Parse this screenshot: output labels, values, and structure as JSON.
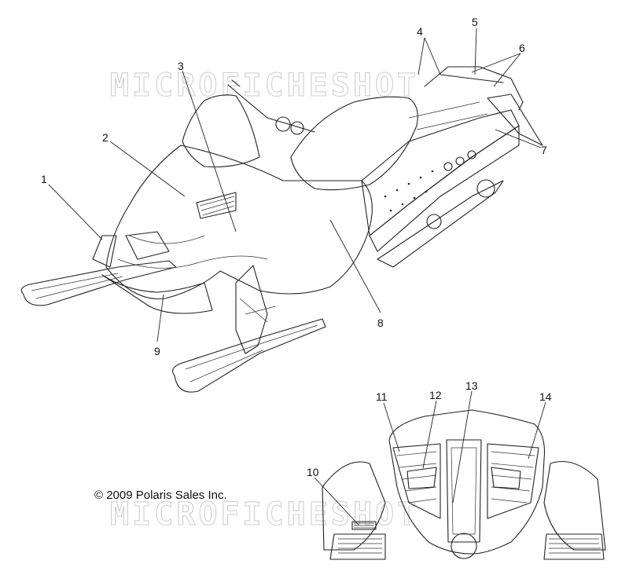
{
  "watermark": {
    "top_text": "MICROFICHESHOT",
    "bottom_text": "MICROFICHESHOT"
  },
  "copyright": "© 2009 Polaris Sales Inc.",
  "callouts": [
    {
      "id": "1",
      "label": "1"
    },
    {
      "id": "2",
      "label": "2"
    },
    {
      "id": "3",
      "label": "3"
    },
    {
      "id": "4",
      "label": "4"
    },
    {
      "id": "5",
      "label": "5"
    },
    {
      "id": "6",
      "label": "6"
    },
    {
      "id": "7",
      "label": "7"
    },
    {
      "id": "8",
      "label": "8"
    },
    {
      "id": "9",
      "label": "9"
    },
    {
      "id": "10",
      "label": "10"
    },
    {
      "id": "11",
      "label": "11"
    },
    {
      "id": "12",
      "label": "12"
    },
    {
      "id": "13",
      "label": "13"
    },
    {
      "id": "14",
      "label": "14"
    }
  ]
}
